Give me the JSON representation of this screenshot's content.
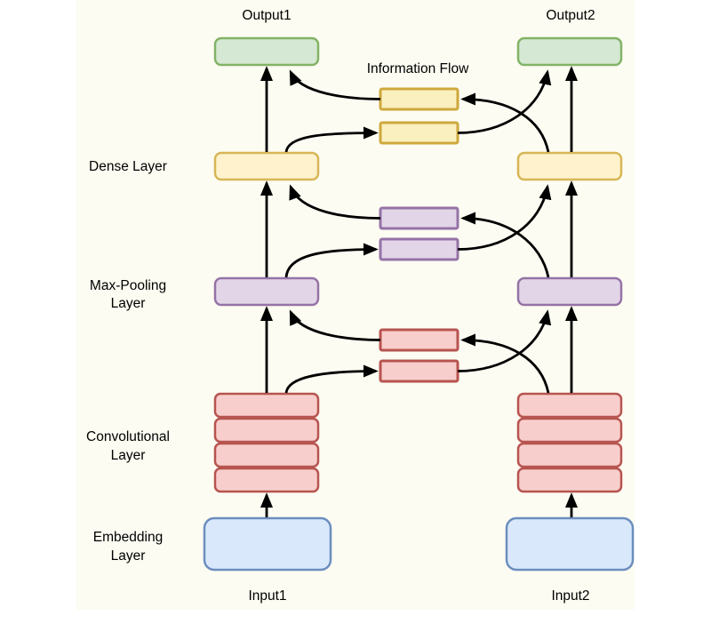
{
  "labels": {
    "output1": "Output1",
    "output2": "Output2",
    "information_flow": "Information Flow",
    "dense_layer": "Dense Layer",
    "max_pooling_line1": "Max-Pooling",
    "max_pooling_line2": "Layer",
    "conv_line1": "Convolutional",
    "conv_line2": "Layer",
    "embedding_line1": "Embedding",
    "embedding_line2": "Layer",
    "input1": "Input1",
    "input2": "Input2"
  },
  "colors": {
    "page_bg": "#ffffff",
    "canvas_bg": "#fcfcf2",
    "arrow": "#000000",
    "green_fill": "#d5e8d4",
    "green_stroke": "#82b366",
    "yellow_fill": "#fff2cc",
    "yellow_stroke": "#d6b656",
    "yellow_info_fill": "#faefbe",
    "yellow_info_stroke": "#cfa83e",
    "purple_fill": "#e1d5e7",
    "purple_stroke": "#9673a6",
    "red_fill": "#f8cecc",
    "red_stroke": "#b85450",
    "blue_fill": "#dae8fc",
    "blue_stroke": "#6c8ebf",
    "text": "#000000"
  },
  "structure": {
    "towers": [
      {
        "input": "Input1",
        "output": "Output1",
        "layers": [
          "Embedding Layer",
          "Convolutional Layer",
          "Max-Pooling Layer",
          "Dense Layer"
        ]
      },
      {
        "input": "Input2",
        "output": "Output2",
        "layers": [
          "Embedding Layer",
          "Convolutional Layer",
          "Max-Pooling Layer",
          "Dense Layer"
        ]
      }
    ],
    "information_flow_pairs": [
      {
        "between": "Dense Layer and Output",
        "color_key": "yellow"
      },
      {
        "between": "Max-Pooling Layer and Dense Layer",
        "color_key": "purple"
      },
      {
        "between": "Convolutional Layer and Max-Pooling Layer",
        "color_key": "red"
      }
    ],
    "conv_stack_count": 4
  }
}
